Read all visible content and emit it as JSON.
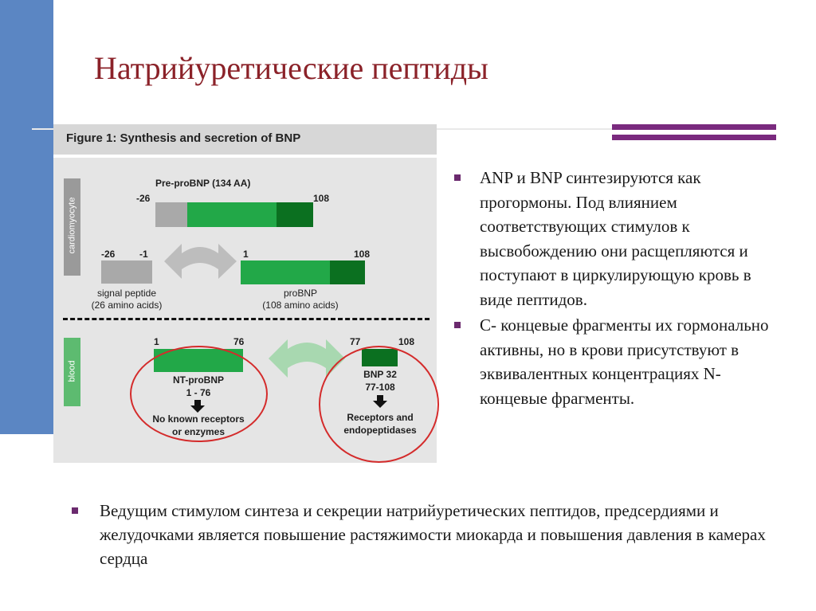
{
  "slide": {
    "title": "Натрийуретические пептиды"
  },
  "figure": {
    "title": "Figure 1: Synthesis and secretion of BNP",
    "side_labels": {
      "top": "cardiomyocyte",
      "bottom": "blood"
    },
    "pre_pro": {
      "label": "Pre-proBNP (134 AA)",
      "start": "-26",
      "end": "108"
    },
    "signal": {
      "start": "-26",
      "end": "-1",
      "name": "signal peptide",
      "desc": "(26 amino acids)"
    },
    "pro": {
      "start": "1",
      "end": "108",
      "name": "proBNP",
      "desc": "(108 amino acids)"
    },
    "nt": {
      "start": "1",
      "end": "76",
      "name": "NT-proBNP",
      "range": "1 - 76",
      "note1": "No known receptors",
      "note2": "or enzymes"
    },
    "bnp": {
      "start": "77",
      "end": "108",
      "name": "BNP 32",
      "range": "77-108",
      "note1": "Receptors and",
      "note2": "endopeptidases"
    }
  },
  "bullets": [
    "ANP и BNP синтезируются как прогормоны. Под влиянием соответствующих стимулов к высвобождению они расщепляются и поступают в циркулирующую кровь в виде пептидов.",
    "С- концевые фрагменты их гормонально активны, но в крови присутствуют в эквивалентных концентрациях  N-концевые фрагменты."
  ],
  "bottom_bullet": "Ведущим стимулом  синтеза и секреции  натрийуретических  пептидов, предсердиями и желудочками является повышение  растяжимости миокарда и  повышения давления в камерах сердца",
  "colors": {
    "title": "#8b2229",
    "left_bar": "#5b86c3",
    "accent": "#7a2a7e",
    "bullet": "#6b2a6e",
    "circle": "#d42b2b"
  }
}
